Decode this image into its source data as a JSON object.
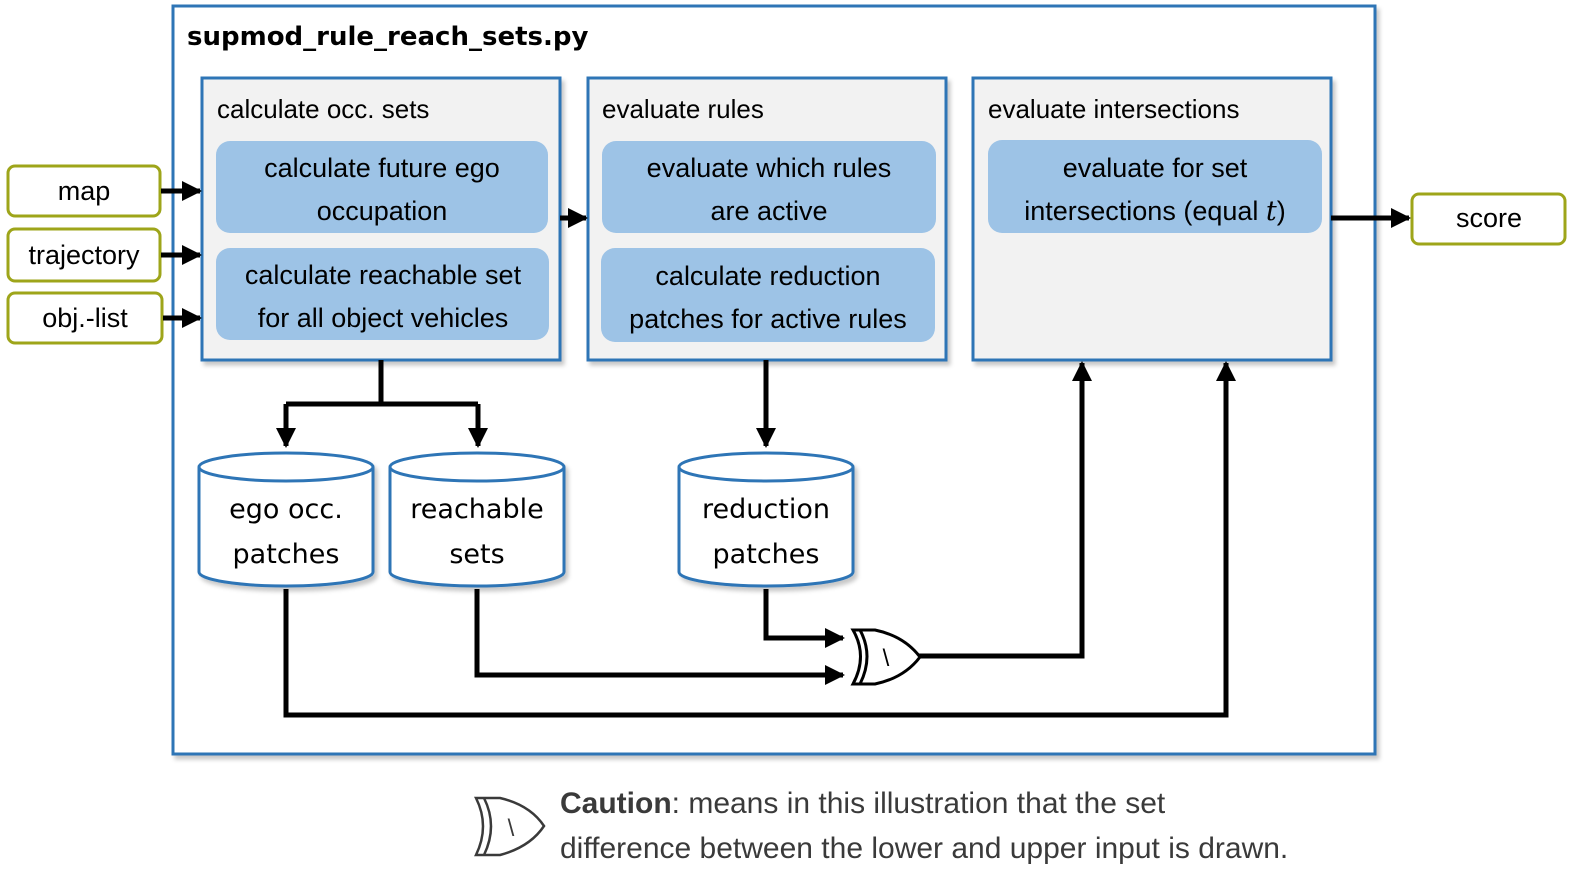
{
  "script": {
    "title": "supmod_rule_reach_sets.py"
  },
  "inputs": [
    "map",
    "trajectory",
    "obj.-list"
  ],
  "output": "score",
  "stages": [
    {
      "title": "calculate occ. sets",
      "steps": [
        {
          "line1": "calculate future ego",
          "line2": "occupation"
        },
        {
          "line1": "calculate reachable set",
          "line2": "for all object vehicles"
        }
      ]
    },
    {
      "title": "evaluate rules",
      "steps": [
        {
          "line1": "evaluate which rules",
          "line2": "are active"
        },
        {
          "line1": "calculate reduction",
          "line2": "patches for active rules"
        }
      ]
    },
    {
      "title": "evaluate intersections",
      "steps": [
        {
          "line1": "evaluate for set",
          "line2_text": "intersections (equal ",
          "line2_var": "t",
          "line2_close": ")"
        }
      ]
    }
  ],
  "stores": [
    {
      "line1": "ego occ.",
      "line2": "patches"
    },
    {
      "line1": "reachable",
      "line2": "sets"
    },
    {
      "line1": "reduction",
      "line2": "patches"
    }
  ],
  "gate_symbol": "\\",
  "caution": {
    "bold": "Caution",
    "rest_line1": ": means in this illustration that the set",
    "line2": "difference between the lower and upper input is drawn."
  },
  "colors": {
    "frame": "#2E75B6",
    "panel": "#F2F2F2",
    "step": "#9DC3E6",
    "input_border": "#9EA51A",
    "line": "#000000",
    "caution_text": "#3A3A3A"
  }
}
